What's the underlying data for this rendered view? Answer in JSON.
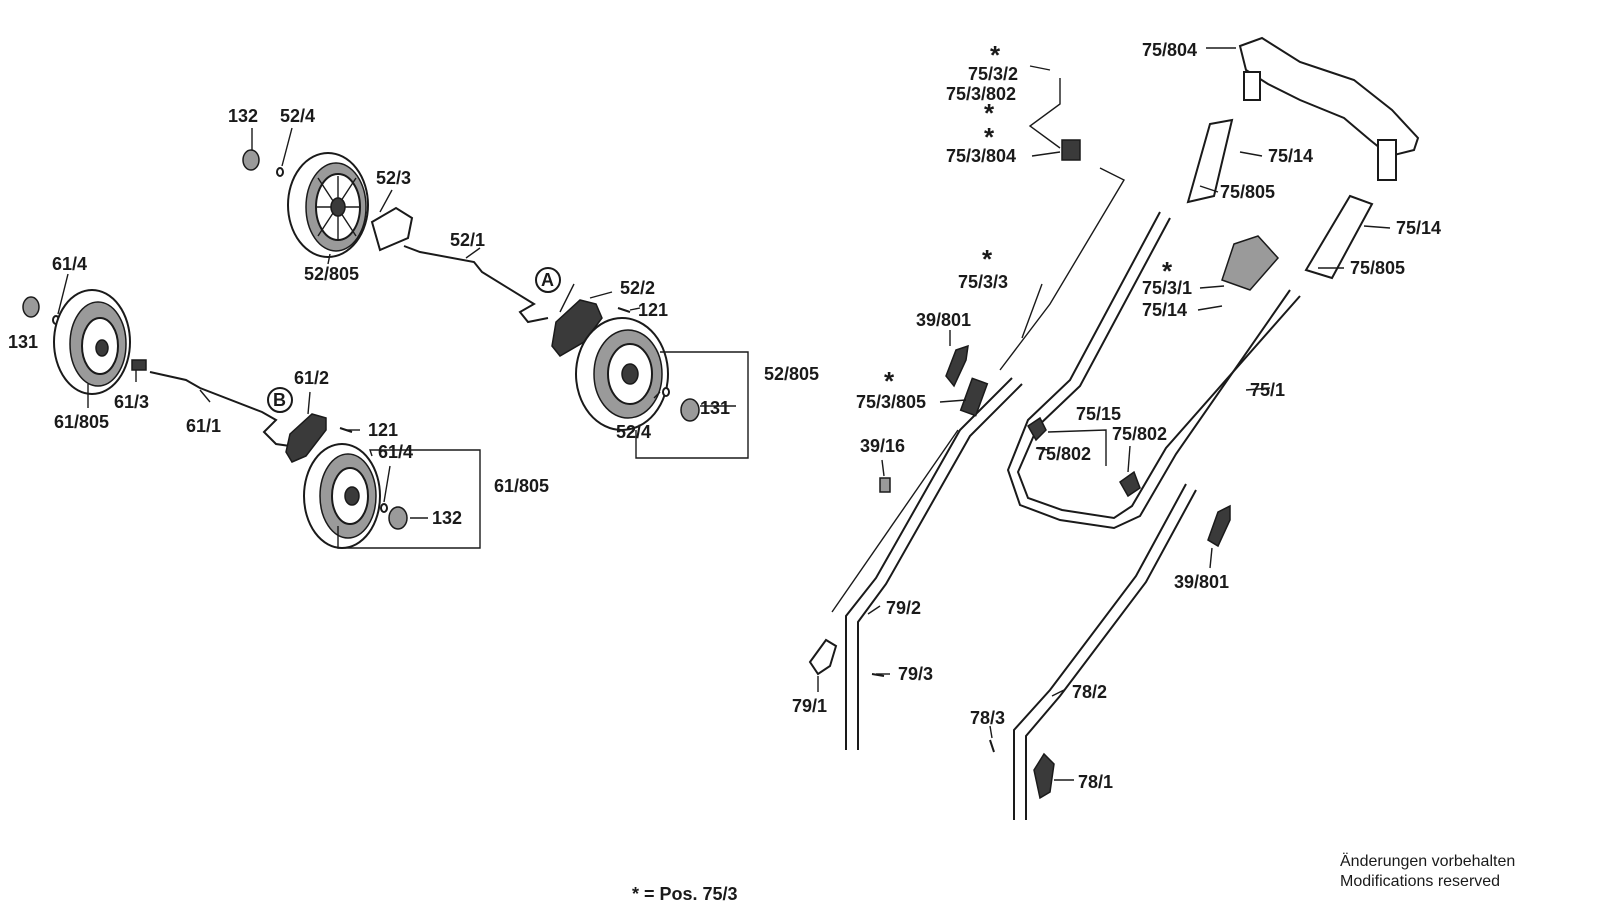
{
  "labels": {
    "l132a": "132",
    "l52_4a": "52/4",
    "l52_3": "52/3",
    "l52_805a": "52/805",
    "l52_1": "52/1",
    "lA": "A",
    "l52_2": "52/2",
    "l121a": "121",
    "l52_805b": "52/805",
    "l131a": "131",
    "l52_4b": "52/4",
    "l61_4a": "61/4",
    "l131b": "131",
    "l61_805a": "61/805",
    "l61_3": "61/3",
    "l61_1": "61/1",
    "l61_2": "61/2",
    "lB": "B",
    "l121b": "121",
    "l61_4b": "61/4",
    "l61_805b": "61/805",
    "l132b": "132",
    "l75_3_2": "75/3/2",
    "l75_3_802": "75/3/802",
    "l75_3_804": "75/3/804",
    "l75_3_3": "75/3/3",
    "l39_801a": "39/801",
    "l75_3_805": "75/3/805",
    "l39_16": "39/16",
    "l79_2": "79/2",
    "l79_3": "79/3",
    "l79_1": "79/1",
    "l75_804": "75/804",
    "l75_14a": "75/14",
    "l75_805a": "75/805",
    "l75_14b": "75/14",
    "l75_805b": "75/805",
    "l75_3_1": "75/3/1",
    "l75_14c": "75/14",
    "l75_1": "75/1",
    "l75_15": "75/15",
    "l75_802a": "75/802",
    "l75_802b": "75/802",
    "l39_801b": "39/801",
    "l78_3": "78/3",
    "l78_2": "78/2",
    "l78_1": "78/1"
  },
  "star_marker": "*",
  "footnote": "* = Pos. 75/3",
  "notice_de": "Änderungen vorbehalten",
  "notice_en": "Modifications reserved"
}
